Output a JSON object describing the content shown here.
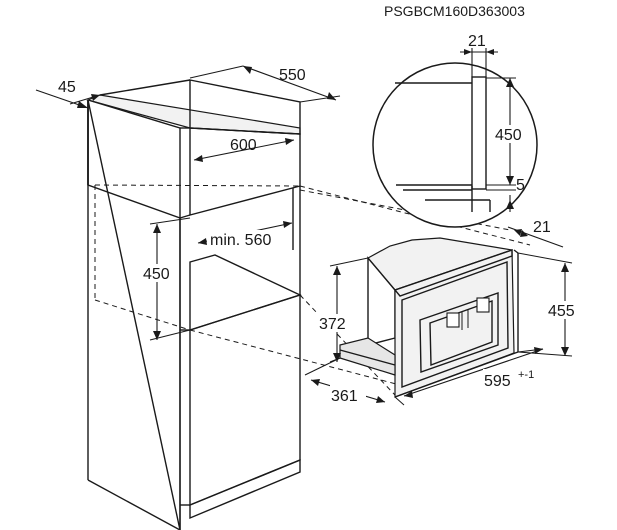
{
  "product_code": "PSGBCM160D363003",
  "dimensions": {
    "cabinet_side_thickness": "45",
    "cabinet_depth": "550",
    "cabinet_width": "600",
    "niche_depth_min": "min. 560",
    "niche_height": "450",
    "detail_panel_thickness": "21",
    "detail_opening_height": "450",
    "detail_gap": "5",
    "appliance_front_thickness": "21",
    "appliance_height": "455",
    "appliance_body_height": "372",
    "appliance_width": "595",
    "appliance_width_tolerance": "+-1",
    "appliance_depth": "361"
  }
}
